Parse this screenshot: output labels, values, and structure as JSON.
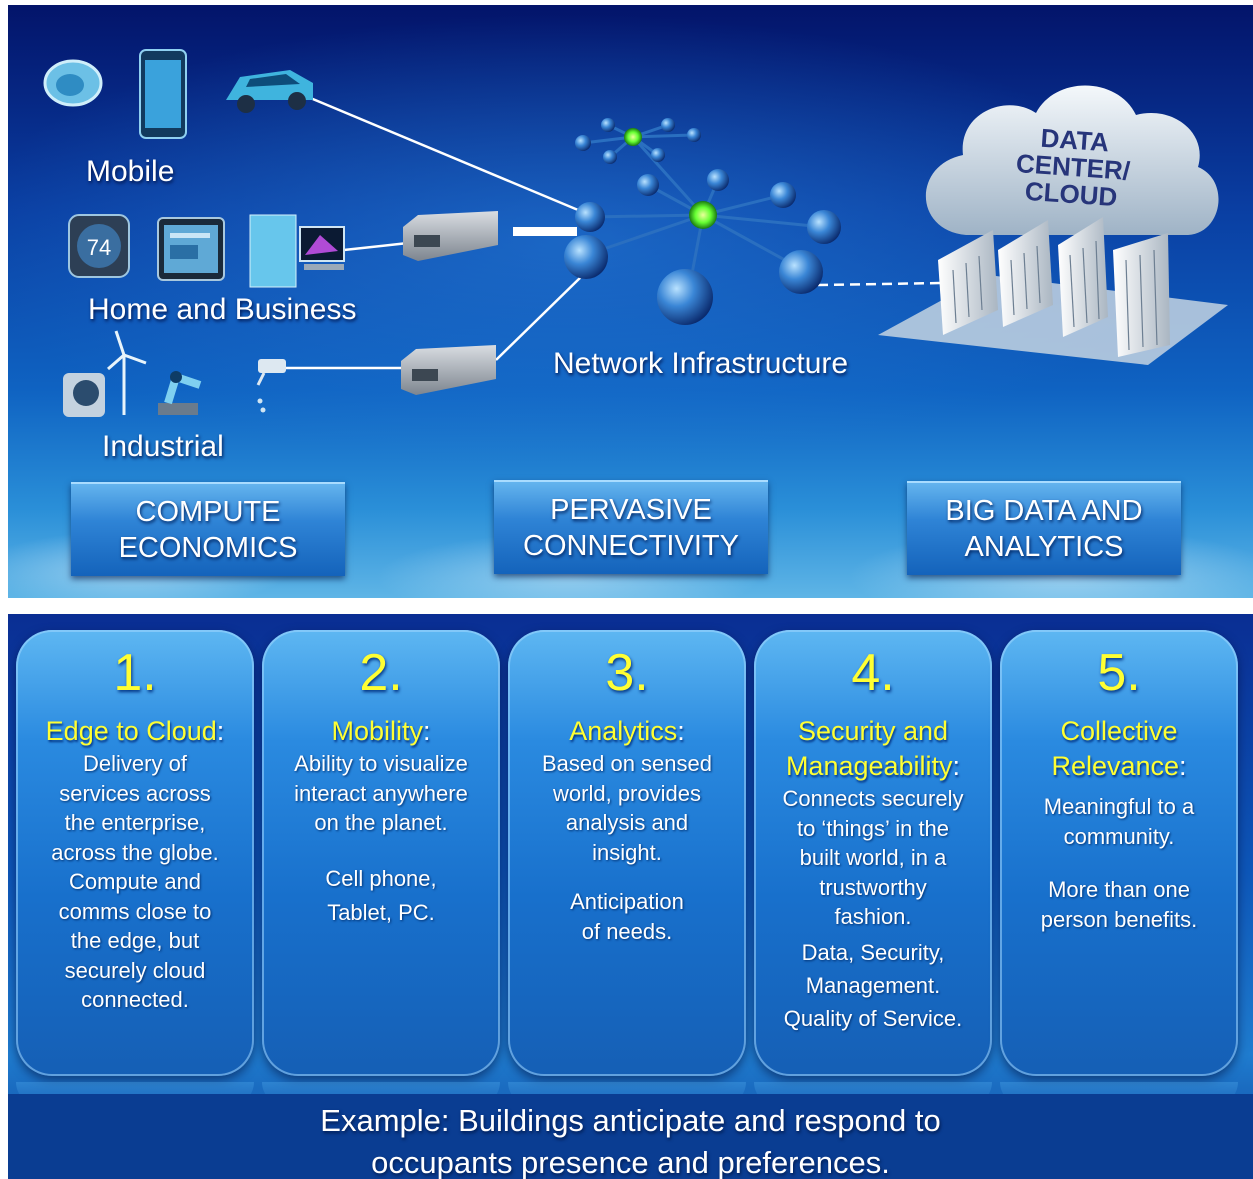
{
  "top": {
    "labels": {
      "mobile": "Mobile",
      "home_business": "Home and Business",
      "industrial": "Industrial",
      "network": "Network Infrastructure",
      "cloud_line1": "DATA",
      "cloud_line2": "CENTER/",
      "cloud_line3": "CLOUD"
    },
    "banners": [
      {
        "line1": "COMPUTE",
        "line2": "ECONOMICS"
      },
      {
        "line1": "PERVASIVE",
        "line2": "CONNECTIVITY"
      },
      {
        "line1": "BIG DATA AND",
        "line2": "ANALYTICS"
      }
    ],
    "thermostat_reading": "74",
    "icons": [
      "watch-icon",
      "phone-icon",
      "car-icon",
      "thermostat-icon",
      "tablet-icon",
      "desktop-pc-icon",
      "gateway-icon",
      "mri-scanner-icon",
      "wind-turbine-icon",
      "robot-arm-icon",
      "security-camera-icon",
      "network-hub-icon",
      "cloud-icon",
      "server-racks-icon"
    ]
  },
  "cards": [
    {
      "num": "1.",
      "title": "Edge to Cloud",
      "colon": ":",
      "text": "Delivery of\nservices across\nthe enterprise,\nacross the globe.\nCompute and\ncomms close to\nthe edge, but\nsecurely cloud\nconnected.",
      "text2": ""
    },
    {
      "num": "2.",
      "title": "Mobility",
      "colon": ":",
      "text": "Ability to visualize\ninteract anywhere\non the planet.",
      "text2": "Cell phone,\nTablet,  PC."
    },
    {
      "num": "3.",
      "title": "Analytics",
      "colon": ":",
      "text": "Based on sensed\nworld, provides\nanalysis and\ninsight.",
      "text2": "Anticipation\nof needs."
    },
    {
      "num": "4.",
      "title": "Security and\nManageability",
      "colon": ":",
      "text": "Connects securely\nto ‘things’ in the\nbuilt world, in a\ntrustworthy\nfashion.",
      "text2": "Data, Security,\nManagement.\nQuality of Service."
    },
    {
      "num": "5.",
      "title": "Collective\nRelevance",
      "colon": ":",
      "text": "Meaningful to a\ncommunity.",
      "text2": "More than one\nperson benefits."
    }
  ],
  "example": {
    "line1": "Example:  Buildings anticipate and respond to",
    "line2": "occupants presence and preferences."
  },
  "colors": {
    "accent_yellow": "#ffff33",
    "hub_green": "#66ff33",
    "node_blue": "#3a86d6"
  }
}
